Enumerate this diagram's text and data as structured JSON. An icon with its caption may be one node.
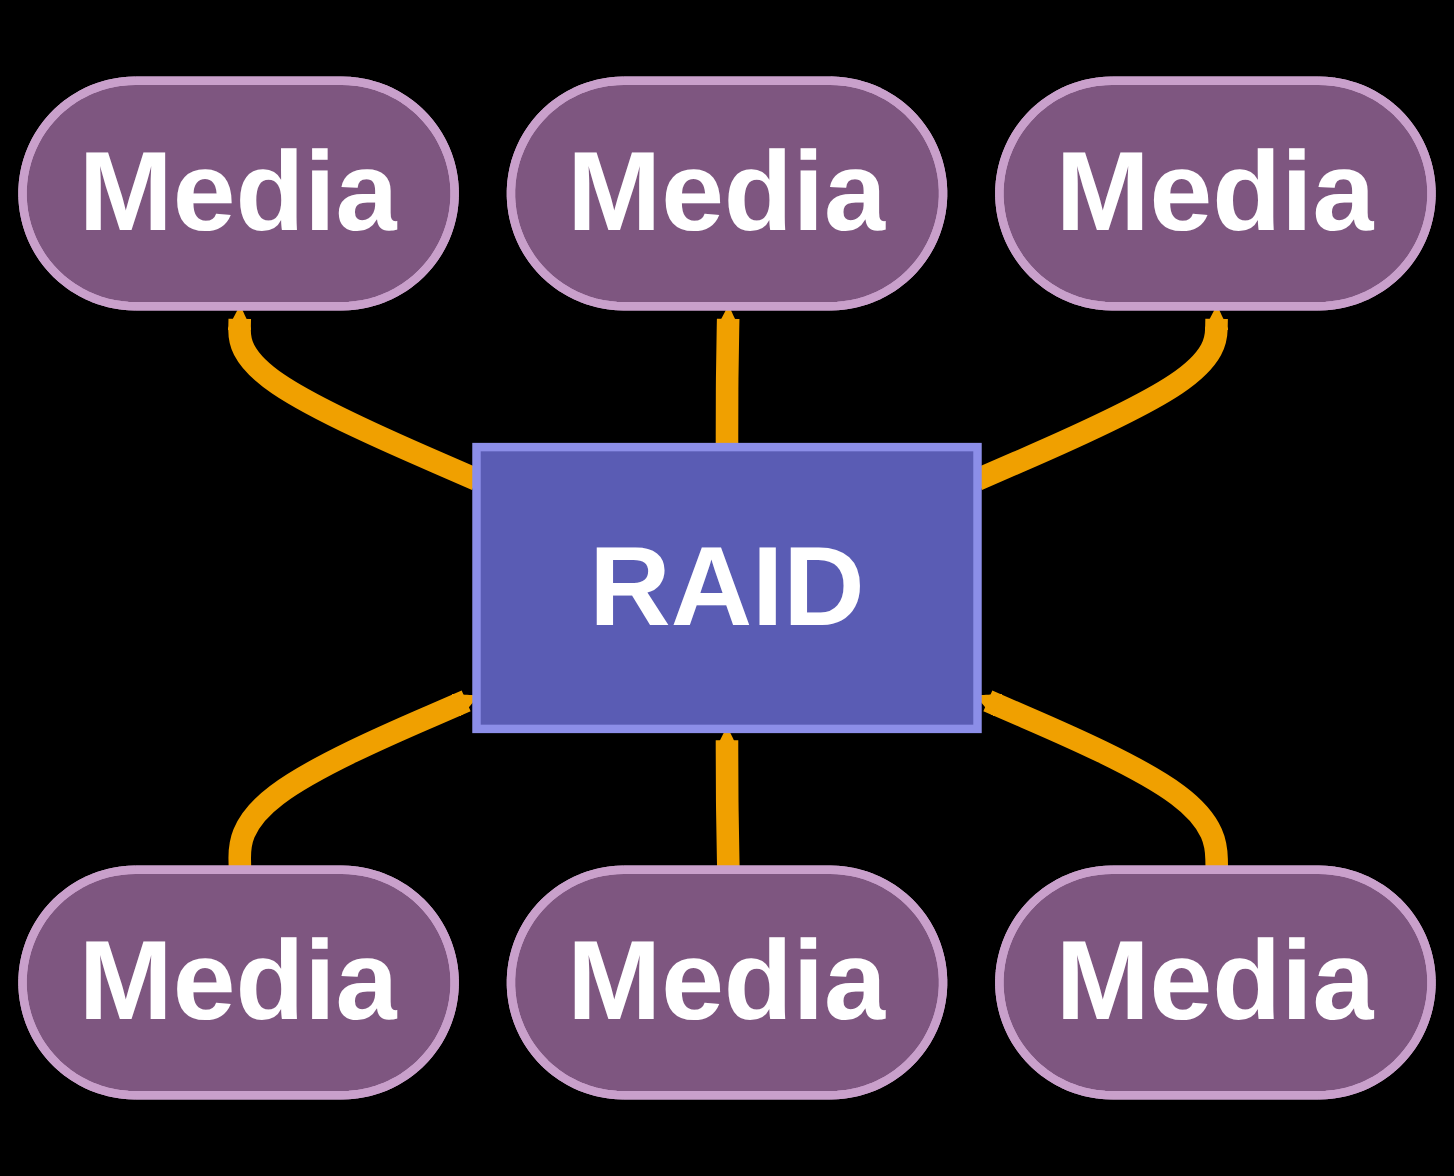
{
  "diagram": {
    "nodes": [
      {
        "text": [
          "Media"
        ]
      },
      {
        "text": [
          "Media"
        ]
      },
      {
        "text": [
          "Media"
        ]
      },
      {
        "text": [
          "RAID"
        ]
      },
      {
        "text": [
          "Media"
        ]
      },
      {
        "text": [
          "Media"
        ]
      },
      {
        "text": [
          "Media"
        ]
      }
    ],
    "edges": [
      {
        "from": 3,
        "to": 0,
        "arrow": "to"
      },
      {
        "from": 3,
        "to": 1,
        "arrow": "to"
      },
      {
        "from": 3,
        "to": 2,
        "arrow": "to"
      },
      {
        "from": 4,
        "to": 3,
        "arrow": "to"
      },
      {
        "from": 5,
        "to": 3,
        "arrow": "to"
      },
      {
        "from": 6,
        "to": 3,
        "arrow": "to"
      }
    ]
  }
}
